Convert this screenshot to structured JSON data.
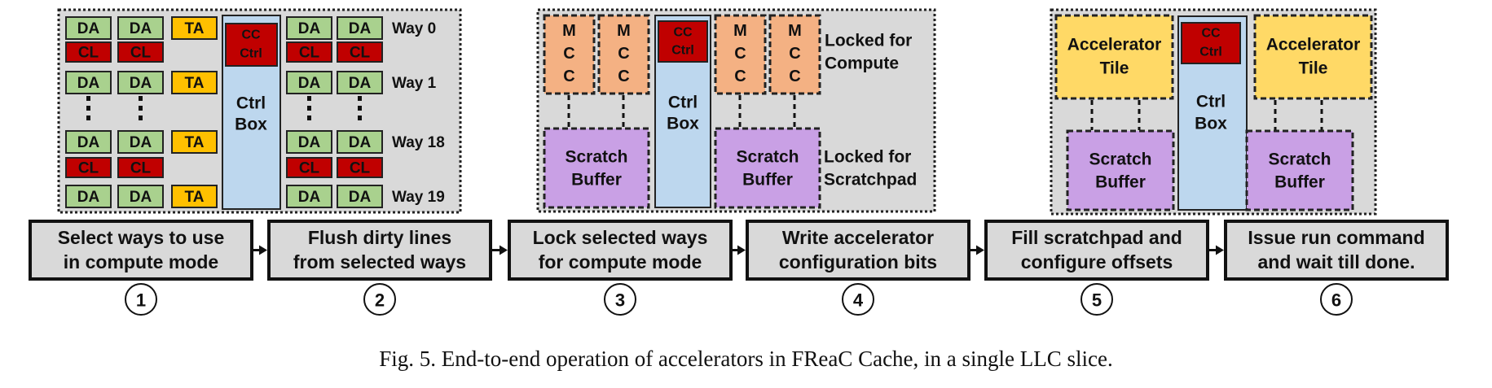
{
  "colors": {
    "data_array": "#a9d18e",
    "cache_line": "#c00000",
    "tag_array": "#ffc000",
    "ctrl_box": "#bdd7ee",
    "mcc": "#f4b183",
    "scratch": "#c9a0e5",
    "tile": "#ffd966",
    "panel": "#d9d9d9",
    "step_box": "#d9d9d9"
  },
  "panel1": {
    "da": "DA",
    "cl": "CL",
    "ta": "TA",
    "dots": "⋮",
    "cc_ctrl_line1": "CC",
    "cc_ctrl_line2": "Ctrl",
    "ctrl_box_line1": "Ctrl",
    "ctrl_box_line2": "Box",
    "ways": [
      "Way 0",
      "Way 1",
      "Way 18",
      "Way 19"
    ]
  },
  "panel2": {
    "mcc_letters": [
      "M",
      "C",
      "C"
    ],
    "cc_ctrl_line1": "CC",
    "cc_ctrl_line2": "Ctrl",
    "ctrl_box_line1": "Ctrl",
    "ctrl_box_line2": "Box",
    "scratch_line1": "Scratch",
    "scratch_line2": "Buffer",
    "locked_compute_line1": "Locked for",
    "locked_compute_line2": "Compute",
    "locked_scratch_line1": "Locked for",
    "locked_scratch_line2": "Scratchpad"
  },
  "panel3": {
    "tile_line1": "Accelerator",
    "tile_line2": "Tile",
    "cc_ctrl_line1": "CC",
    "cc_ctrl_line2": "Ctrl",
    "ctrl_box_line1": "Ctrl",
    "ctrl_box_line2": "Box",
    "scratch_line1": "Scratch",
    "scratch_line2": "Buffer"
  },
  "steps": [
    {
      "line1": "Select ways to use",
      "line2": "in compute mode",
      "num": "1"
    },
    {
      "line1": "Flush dirty lines",
      "line2": "from selected ways",
      "num": "2"
    },
    {
      "line1": "Lock selected ways",
      "line2": "for compute mode",
      "num": "3"
    },
    {
      "line1": "Write accelerator",
      "line2": "configuration bits",
      "num": "4"
    },
    {
      "line1": "Fill scratchpad and",
      "line2": "configure offsets",
      "num": "5"
    },
    {
      "line1": "Issue run command",
      "line2": "and wait till done.",
      "num": "6"
    }
  ],
  "caption": "Fig. 5.  End-to-end operation of accelerators in FReaC Cache, in a single LLC slice."
}
